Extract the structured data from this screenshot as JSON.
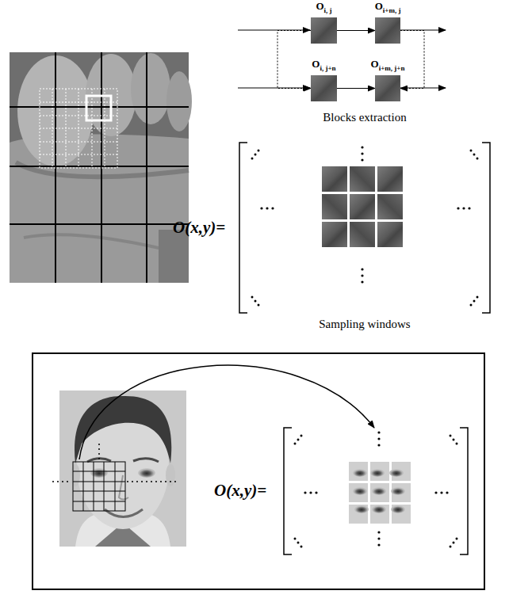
{
  "diagram": {
    "nodes": [
      {
        "text": [
          "O",
          "i, j"
        ]
      },
      {
        "text": [
          "O",
          "i+m, j"
        ]
      },
      {
        "text": [
          "O",
          "i, j+n"
        ]
      },
      {
        "text": [
          "O",
          "i+m, j+n"
        ]
      },
      {
        "text": [
          "O(x,y)="
        ]
      }
    ],
    "edges": [
      {
        "from": 0,
        "to": 1,
        "arrow": "to"
      },
      {
        "from": 2,
        "to": 3,
        "arrow": "to"
      },
      {
        "from": 0,
        "to": 2,
        "arrow": "to"
      },
      {
        "from": 1,
        "to": 3,
        "arrow": "to"
      }
    ],
    "labels": [
      "Blocks extraction",
      "O(x,y)=",
      "Sampling windows"
    ]
  }
}
